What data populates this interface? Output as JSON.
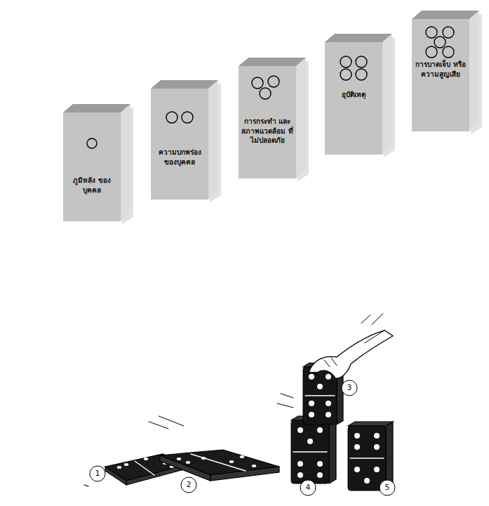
{
  "diagram": {
    "nodes": [
      {
        "text": [
          "ภูมิหลัง ของบุคคล"
        ]
      },
      {
        "text": [
          "ความบกพร่อง ของบุคคล"
        ]
      },
      {
        "text": [
          "การกระทำ และ สภาพแวดล้อม ที่ไม่ปลอดภัย"
        ]
      },
      {
        "text": [
          "อุบัติเหตุ"
        ]
      },
      {
        "text": [
          "การบาดเจ็บ หรือ ความสูญเสีย"
        ]
      }
    ],
    "labels": [
      "1",
      "2",
      "3",
      "4",
      "5"
    ]
  }
}
